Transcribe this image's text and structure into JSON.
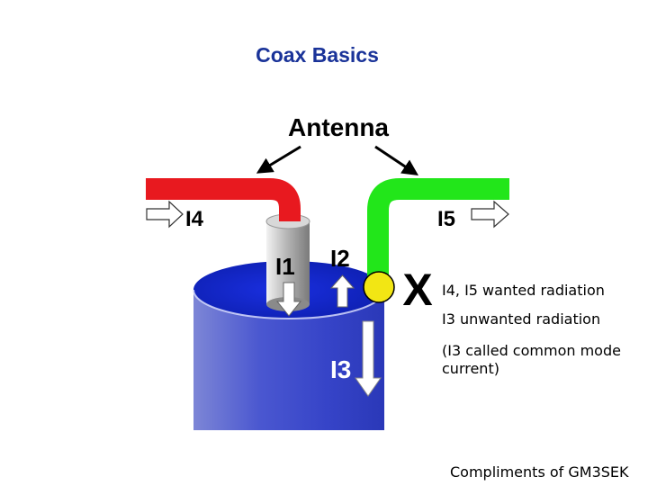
{
  "title": "Coax Basics",
  "antenna_label": "Antenna",
  "labels": {
    "i1": "I1",
    "i2": "I2",
    "i3": "I3",
    "i4": "I4",
    "i5": "I5",
    "x_mark": "X"
  },
  "notes": {
    "line1": "I4, I5 wanted radiation",
    "line2": "I3 unwanted radiation",
    "line3": "(I3 called common mode current)"
  },
  "credit": "Compliments of GM3SEK",
  "colors": {
    "title": "#1a3399",
    "left_arm": "#e8191f",
    "right_arm": "#22e61a",
    "shield": "#2233cc",
    "center_conductor": "#a8a8a8",
    "junction": "#f2e614"
  },
  "icons": [
    "outline-arrow-right-icon",
    "white-arrow-down-icon",
    "white-arrow-up-icon"
  ]
}
